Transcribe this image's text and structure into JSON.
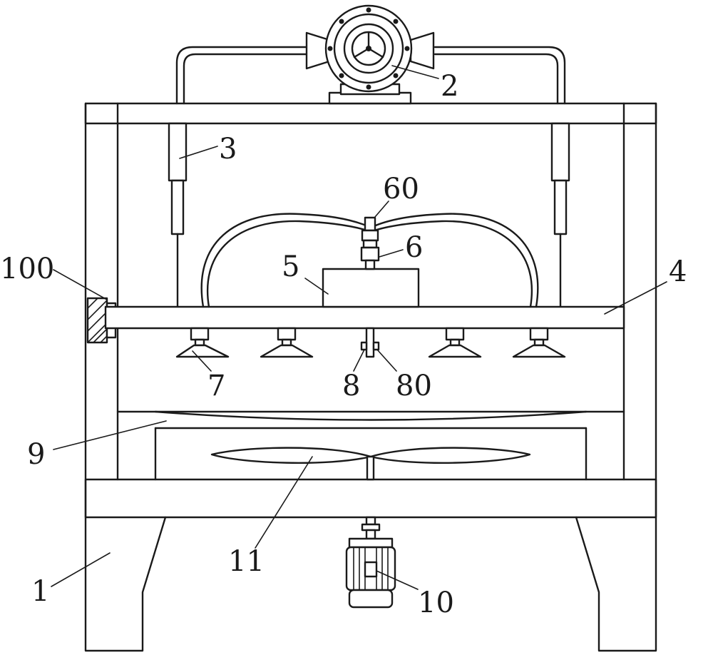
{
  "figure": {
    "labels": {
      "pump": "2",
      "cylinder": "3",
      "plate": "4",
      "box": "5",
      "connector": "6",
      "connector_top": "60",
      "suction_cup": "7",
      "rod": "8",
      "rod_nut": "80",
      "lower_plate": "9",
      "motor": "10",
      "fan": "11",
      "frame": "1",
      "side_block": "100"
    }
  }
}
